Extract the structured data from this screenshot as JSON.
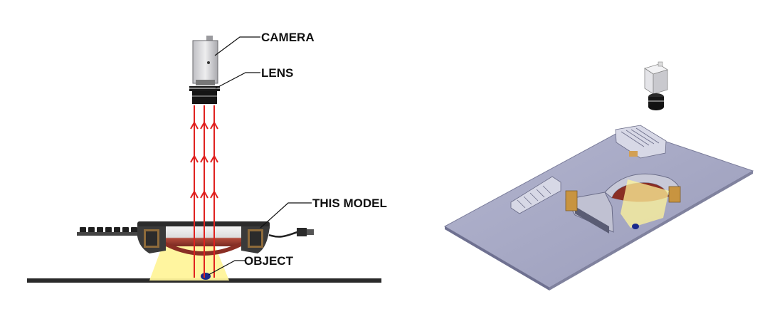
{
  "labels": {
    "camera": "CAMERA",
    "lens": "LENS",
    "model": "THIS MODEL",
    "object": "OBJECT"
  },
  "colors": {
    "ray": "#e0211f",
    "light_cone": "#fff49a",
    "plate": "#a6a8c4",
    "plate_edge": "#6e7090",
    "object": "#1a2a8c",
    "lens_dark": "#151515",
    "housing": "#2b2b2b"
  },
  "icons": {
    "camera": "camera-body-icon",
    "lens": "lens-icon",
    "object": "object-dot-icon"
  }
}
